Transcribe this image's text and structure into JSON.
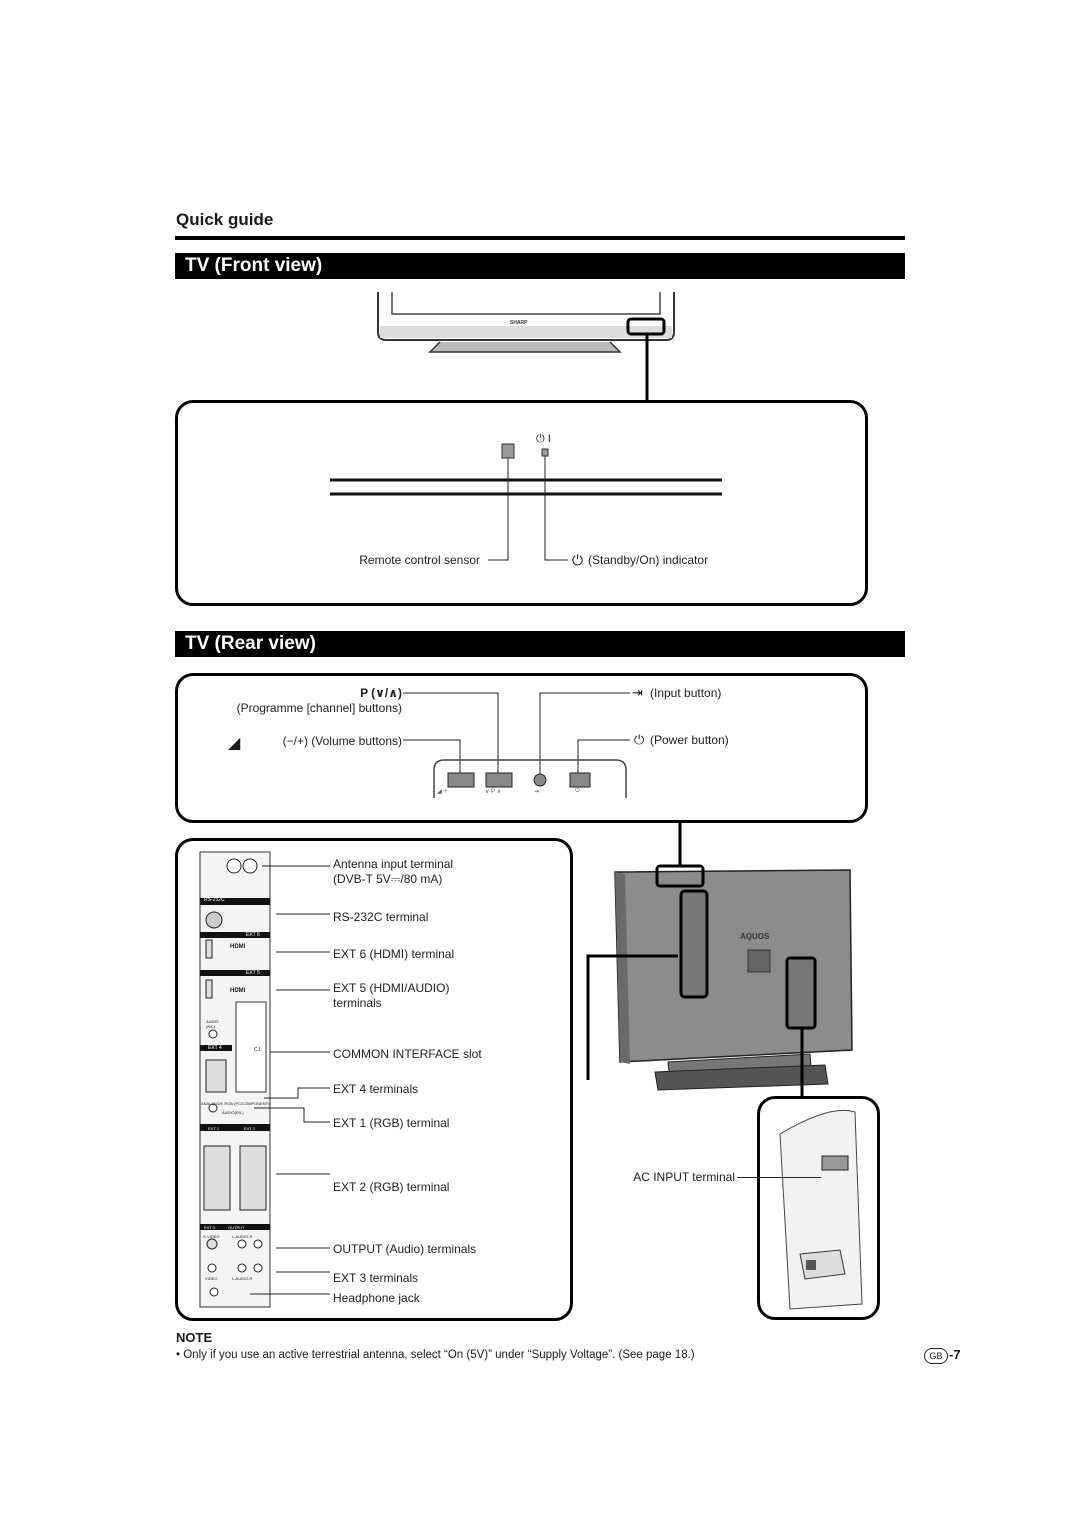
{
  "header": {
    "section": "Quick guide"
  },
  "front": {
    "title": "TV (Front view)",
    "brand": "SHARP",
    "power_symbol": "⏻ I",
    "labels": {
      "sensor": "Remote control sensor",
      "indicator": "(Standby/On) indicator"
    }
  },
  "rear": {
    "title": "TV (Rear view)",
    "labels": {
      "programme_symbol": "P (∨/∧)",
      "programme": "(Programme [channel] buttons)",
      "volume": "(−/+) (Volume buttons)",
      "input": "(Input button)",
      "power": "(Power button)"
    },
    "button_marks": [
      "− ◢ +",
      "∨ P ∧",
      "⇥",
      "⏻"
    ]
  },
  "terminals": {
    "panel_text": {
      "rs232c": "RS-232C",
      "ext6": "EXT 6",
      "ext5": "EXT 5",
      "hdmi": "HDMI",
      "audio": "AUDIO (R/L)",
      "ext4": "EXT 4",
      "ci": "C.I.",
      "analogue": "ANALOGUE RGB (PC/COMPONENT)",
      "audio_rl": "AUDIO(R/L)",
      "ext1": "EXT 1 (RGB)",
      "ext2": "EXT 2 (RGB)",
      "ext3": "EXT 3",
      "output": "OUTPUT",
      "svideo": "S-VIDEO",
      "laudior": "L-AUDIO-R",
      "video": "VIDEO"
    },
    "labels": [
      "Antenna input terminal",
      "(DVB-T 5V⎓/80 mA)",
      "RS-232C terminal",
      "EXT 6 (HDMI) terminal",
      "EXT 5 (HDMI/AUDIO)",
      "terminals",
      "COMMON INTERFACE slot",
      "EXT 4 terminals",
      "EXT 1 (RGB) terminal",
      "EXT 2 (RGB) terminal",
      "OUTPUT (Audio) terminals",
      "EXT 3 terminals",
      "Headphone jack"
    ]
  },
  "back": {
    "brand": "AQUOS",
    "ac_label": "AC INPUT terminal"
  },
  "note": {
    "title": "NOTE",
    "text": "Only if you use an active terrestrial antenna, select “On (5V)” under “Supply Voltage”. (See page 18.)"
  },
  "footer": {
    "region": "GB",
    "page": "-7"
  }
}
